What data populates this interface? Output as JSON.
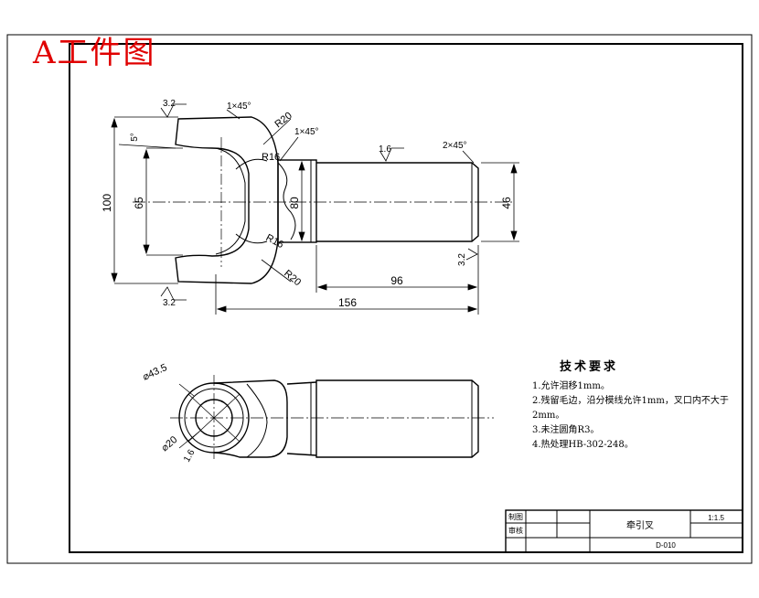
{
  "stamp_title": "A工件图",
  "technical_requirements": {
    "heading": "技术要求",
    "items": [
      "1.允许泪移1mm。",
      "2.残留毛边，沿分模线允许1mm，叉口内不大于2mm。",
      "3.未注圆角R3。",
      "4.热处理HB-302-248。"
    ]
  },
  "dimensions": {
    "d100": "100",
    "d65": "65",
    "d80": "80",
    "d46": "46",
    "d96": "96",
    "d156": "156",
    "r20_top": "R20",
    "r16_top": "R16",
    "r16_bot": "R16",
    "r20_bot": "R20",
    "chamfer_1": "1×45°",
    "chamfer_2": "1×45°",
    "chamfer_3": "2×45°",
    "angle_5": "5°",
    "rough_top": "3.2",
    "rough_bot": "3.2",
    "rough_shaft": "1.6",
    "rough_end": "3.2",
    "dia_435": "⌀43.5",
    "dia_20": "⌀20",
    "rough_bore": "1.6"
  },
  "title_block": {
    "row1_label": "制图",
    "row2_label": "审核",
    "part_name": "牵引叉",
    "scale": "1:1.5",
    "drawing_no": "D-010"
  }
}
